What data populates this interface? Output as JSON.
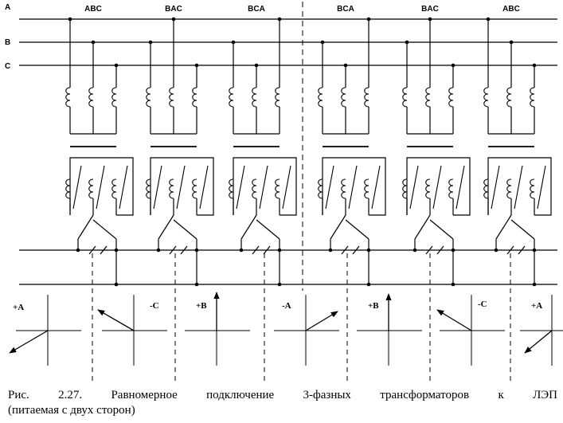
{
  "lines": {
    "a": "A",
    "b": "B",
    "c": "C"
  },
  "phase_orders": [
    "ABC",
    "BAC",
    "BCA",
    "BCA",
    "BAC",
    "ABC"
  ],
  "vector_labels": [
    "+A",
    "-C",
    "+B",
    "-A",
    "+B",
    "-C",
    "+A"
  ],
  "caption": {
    "line1": "Рис. 2.27. Равномерное подключение 3-фазных трансформаторов к ЛЭП",
    "line2": "(питаемая с двух сторон)"
  }
}
